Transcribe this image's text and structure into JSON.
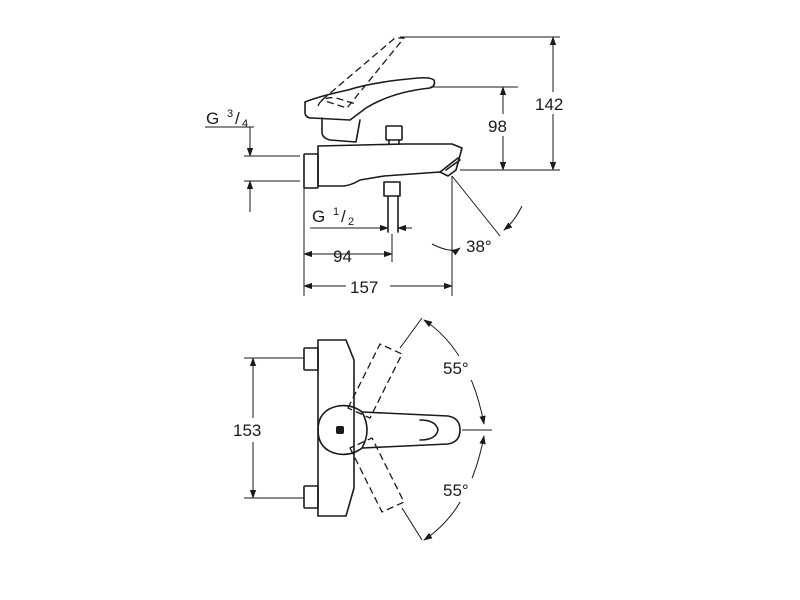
{
  "drawing": {
    "side_view": {
      "thread_main": {
        "prefix": "G",
        "num": "3",
        "den": "4"
      },
      "thread_outlet": {
        "prefix": "G",
        "num": "1",
        "den": "2"
      },
      "dim_98": "98",
      "dim_142": "142",
      "dim_94": "94",
      "dim_157": "157",
      "angle_spout": "38°"
    },
    "top_view": {
      "dim_153": "153",
      "angle_upper": "55°",
      "angle_lower": "55°"
    }
  }
}
